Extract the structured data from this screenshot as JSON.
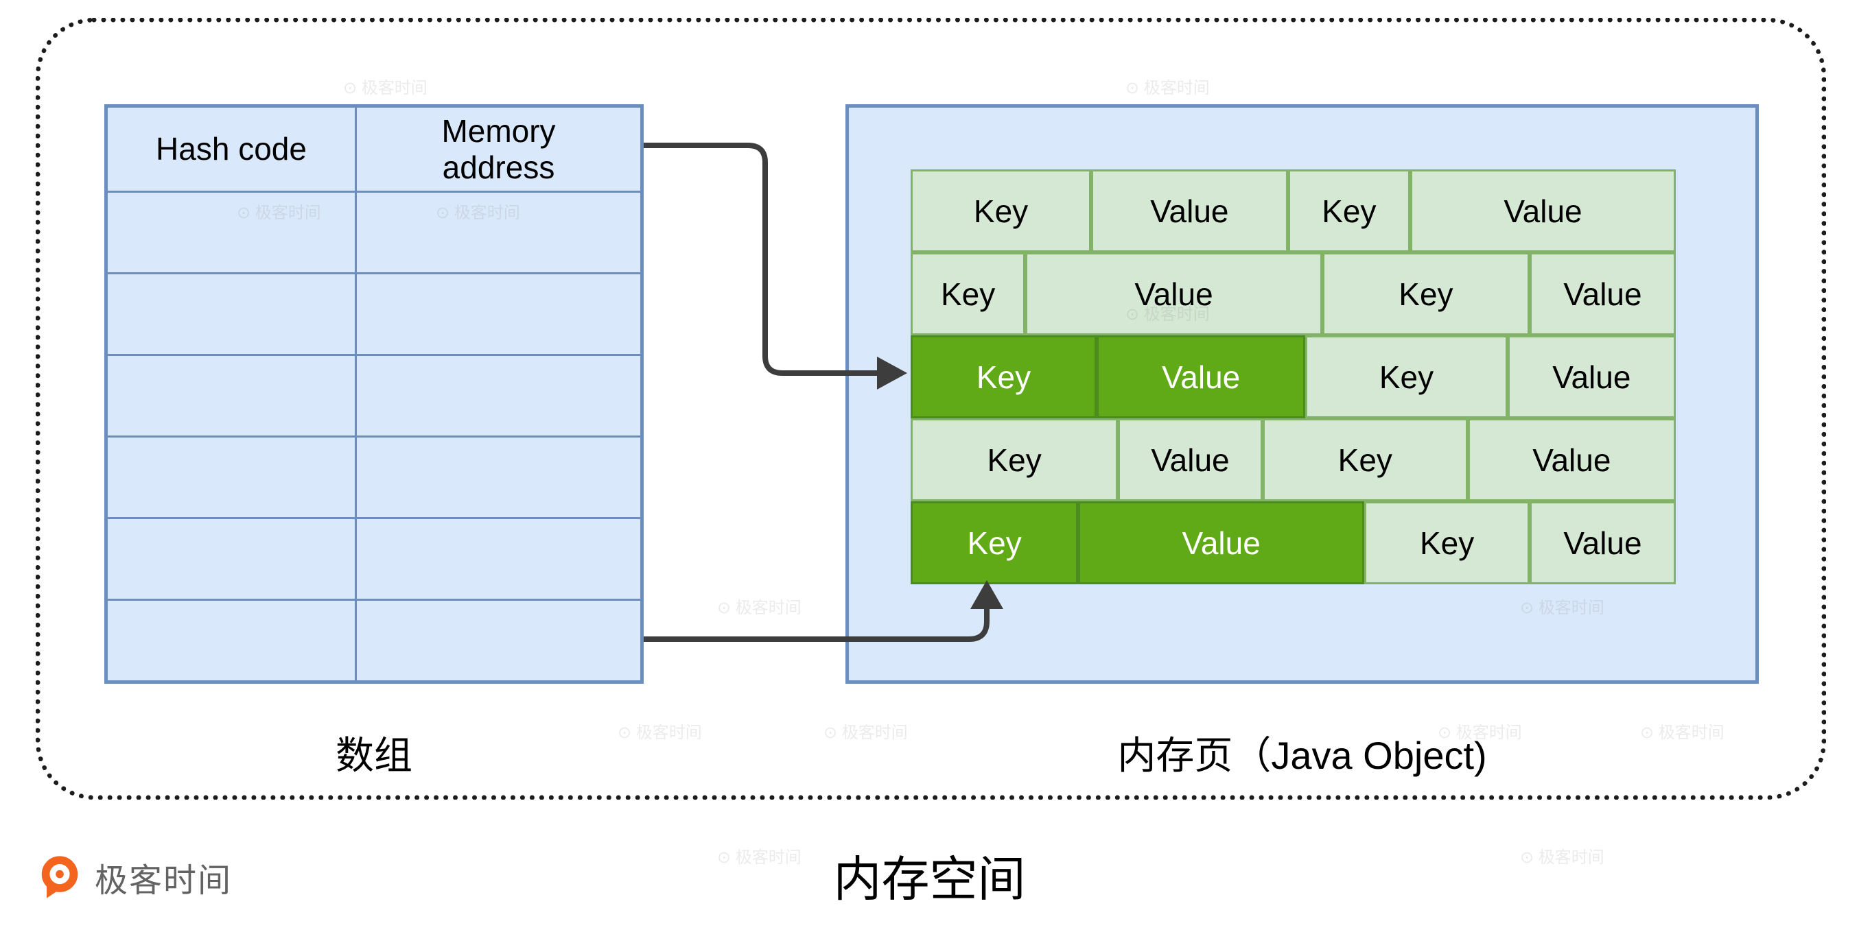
{
  "page": {
    "title": "内存空间"
  },
  "array_table": {
    "label": "数组",
    "header": {
      "col1": "Hash code",
      "col2": "Memory address"
    },
    "empty_rows": 6
  },
  "memory_page": {
    "label": "内存页（Java Object)",
    "rows": [
      {
        "cells": [
          {
            "text": "Key",
            "highlight": false
          },
          {
            "text": "Value",
            "highlight": false
          },
          {
            "text": "Key",
            "highlight": false
          },
          {
            "text": "Value",
            "highlight": false
          }
        ]
      },
      {
        "cells": [
          {
            "text": "Key",
            "highlight": false
          },
          {
            "text": "Value",
            "highlight": false
          },
          {
            "text": "Key",
            "highlight": false
          },
          {
            "text": "Value",
            "highlight": false
          }
        ]
      },
      {
        "cells": [
          {
            "text": "Key",
            "highlight": true
          },
          {
            "text": "Value",
            "highlight": true
          },
          {
            "text": "Key",
            "highlight": false
          },
          {
            "text": "Value",
            "highlight": false
          }
        ]
      },
      {
        "cells": [
          {
            "text": "Key",
            "highlight": false
          },
          {
            "text": "Value",
            "highlight": false
          },
          {
            "text": "Key",
            "highlight": false
          },
          {
            "text": "Value",
            "highlight": false
          }
        ]
      },
      {
        "cells": [
          {
            "text": "Key",
            "highlight": true
          },
          {
            "text": "Value",
            "highlight": true
          },
          {
            "text": "Key",
            "highlight": false
          },
          {
            "text": "Value",
            "highlight": false
          }
        ]
      }
    ]
  },
  "logo": {
    "text": "极客时间"
  },
  "watermark": {
    "full": "⊙ 极客时间"
  },
  "colors": {
    "blue_fill": "#dae8fc",
    "blue_stroke": "#6c8ebf",
    "green_fill": "#d5e8d4",
    "green_stroke": "#82b366",
    "green_highlight": "#60a917",
    "arrow": "#3d3d3d",
    "logo_orange": "#f3641e"
  }
}
